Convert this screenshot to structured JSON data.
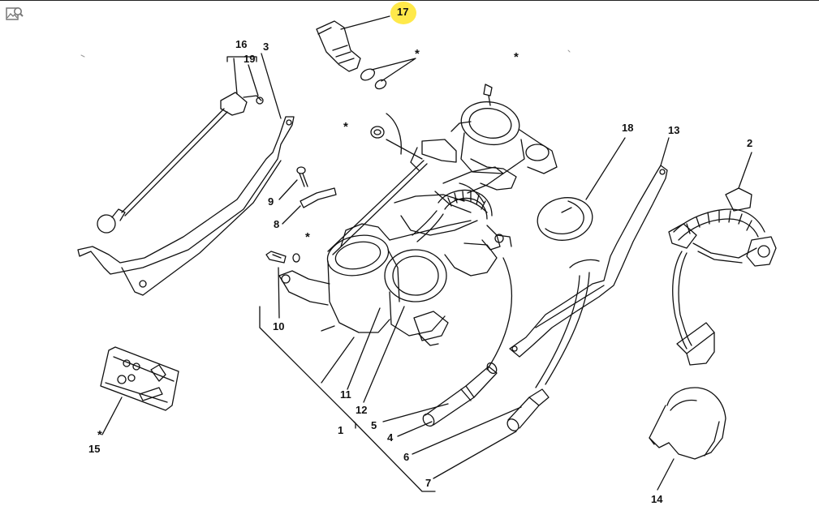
{
  "viewer": {
    "icon": "image-search-icon"
  },
  "diagram": {
    "highlighted_callout": "17",
    "highlight_color": "#ffe94a",
    "line_color": "#111111",
    "callouts": {
      "c1": "1",
      "c2": "2",
      "c3": "3",
      "c4": "4",
      "c5": "5",
      "c6": "6",
      "c7": "7",
      "c8": "8",
      "c9": "9",
      "c10": "10",
      "c11": "11",
      "c12": "12",
      "c13": "13",
      "c14": "14",
      "c15": "15",
      "c16": "16",
      "c17": "17",
      "c18": "18",
      "c19": "19",
      "star": "*"
    }
  }
}
